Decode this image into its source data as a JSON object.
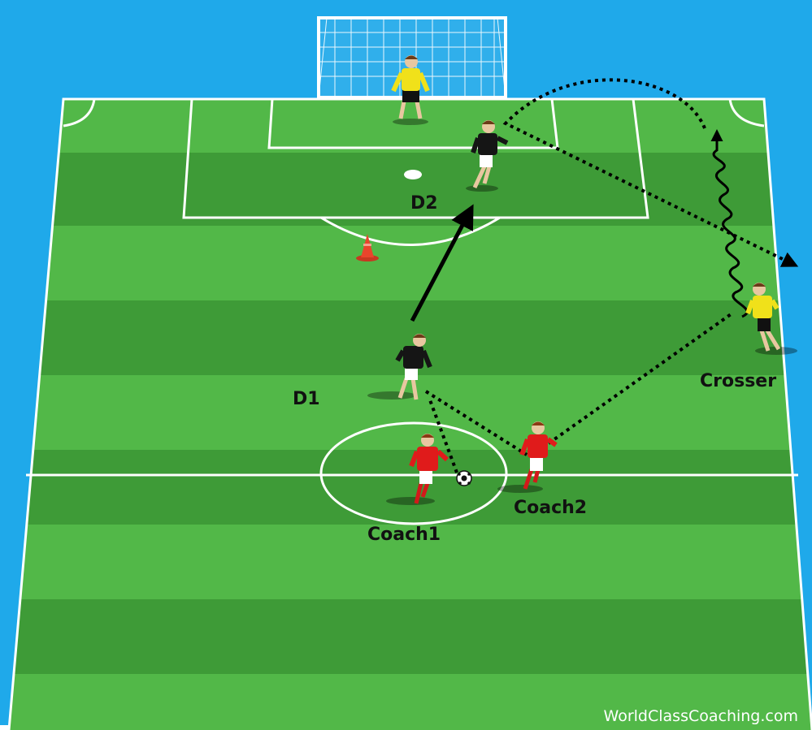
{
  "labels": {
    "d1": "D1",
    "d2": "D2",
    "coach1": "Coach1",
    "coach2": "Coach2",
    "crosser": "Crosser"
  },
  "watermark": "WorldClassCoaching.com",
  "colors": {
    "sky": "#1fa9ea",
    "grass_light": "#52b848",
    "grass_dark": "#3e9b37",
    "lines": "#ffffff",
    "defender_shirt": "#151515",
    "coach_shirt": "#e01b1b",
    "crosser_shirt": "#f0e11a",
    "goalkeeper_shirt": "#f0e11a",
    "cone": "#e8452c",
    "arrow": "#000000"
  }
}
